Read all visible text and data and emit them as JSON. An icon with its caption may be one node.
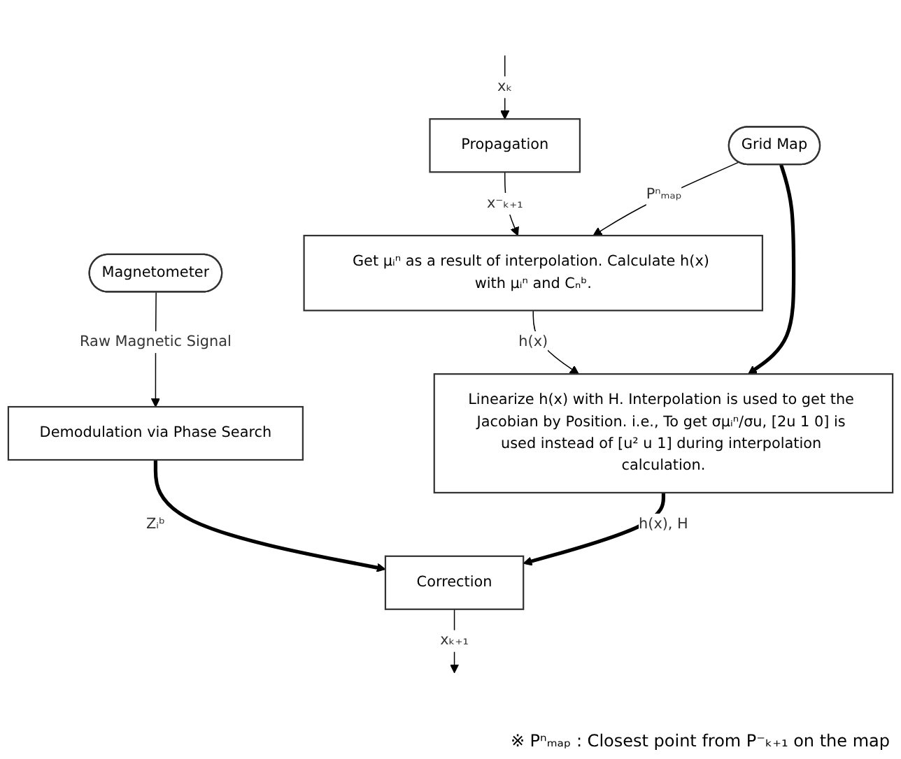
{
  "diagram": {
    "nodes": [
      {
        "text": [
          "Magnetometer"
        ]
      },
      {
        "text": [
          "Propagation"
        ]
      },
      {
        "text": [
          "Grid Map"
        ]
      },
      {
        "text": [
          "Demodulation via Phase Search"
        ]
      },
      {
        "text": [
          "Get μᵢⁿ as a result of interpolation. Calculate h(x) with μᵢⁿ and Cₙᵇ."
        ]
      },
      {
        "text": [
          "Linearize h(x) with H. Interpolation is used to get the Jacobian by Position. i.e., To get σμᵢⁿ/σu, [2u 1 0] is used instead of [u² u 1] during interpolation calculation."
        ]
      },
      {
        "text": [
          "Correction"
        ]
      }
    ],
    "edges": [
      {
        "from": null,
        "to": 1,
        "arrow": "to",
        "label": "xₖ"
      },
      {
        "from": 0,
        "to": 3,
        "arrow": "to",
        "label": "Raw Magnetic Signal"
      },
      {
        "from": 1,
        "to": 4,
        "arrow": "to",
        "label": "x⁻ₖ₊₁"
      },
      {
        "from": 2,
        "to": 4,
        "arrow": "to",
        "label": "Pⁿₘₐₚ"
      },
      {
        "from": 2,
        "to": 5,
        "arrow": "to",
        "style": "thick"
      },
      {
        "from": 4,
        "to": 5,
        "arrow": "to",
        "label": "h(x)"
      },
      {
        "from": 3,
        "to": 6,
        "arrow": "to",
        "label": "Zᵢᵇ",
        "style": "thick"
      },
      {
        "from": 5,
        "to": 6,
        "arrow": "to",
        "label": "h(x), H",
        "style": "thick"
      },
      {
        "from": 6,
        "to": null,
        "arrow": "to",
        "label": "xₖ₊₁"
      }
    ],
    "labels": [
      "※ Pⁿₘₐₚ : Closest point from P⁻ₖ₊₁ on the map"
    ]
  }
}
